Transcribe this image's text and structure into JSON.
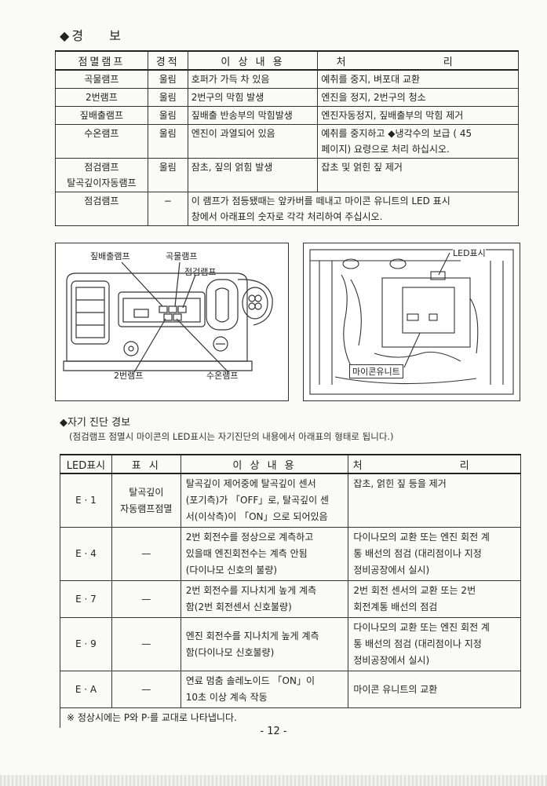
{
  "section1": {
    "bullet": "◆",
    "title": "경 보"
  },
  "table1": {
    "headers": [
      "점멸램프",
      "경적",
      "이 상 내 용",
      "처 리"
    ],
    "rows": [
      {
        "lamp": "곡물램프",
        "horn": "울림",
        "cause": "호퍼가 가득 차 있음",
        "action": "예취를 중지, 벼포대 교환"
      },
      {
        "lamp": "2번램프",
        "horn": "울림",
        "cause": "2번구의 막힘 발생",
        "action": "엔진을 정지, 2번구의 청소"
      },
      {
        "lamp": "짚배출램프",
        "horn": "울림",
        "cause": "짚배출 반송부의 막힘발생",
        "action": "엔진자동정지, 짚배출부의 막힘 제거"
      },
      {
        "lamp": "수온램프",
        "horn": "울림",
        "cause": "엔진이 과열되어 있음",
        "action_line1": "예취를 중지하고 ◆냉각수의 보급 ( 45",
        "action_line2": "페이지) 요령으로 처리 하십시오."
      },
      {
        "lamp_line1": "점검램프",
        "lamp_line2": "탈곡깊이자동램프",
        "horn": "울림",
        "cause": "잠초, 짚의 얽힘 발생",
        "action": "잡초 및 얽힌 짚 제거"
      },
      {
        "lamp": "점검램프",
        "horn": "−",
        "merged_line1": "이 램프가 점등됐때는 앞카버를 떼내고 마이콘 유니트의 LED 표시",
        "merged_line2": "창에서 아래표의 숫자로 각각 처리하여 주십시오."
      }
    ]
  },
  "figure_left": {
    "labels": {
      "straw": "짚배출램프",
      "grain": "곡물램프",
      "check": "점검램프",
      "second": "2번램프",
      "water": "수온램프"
    }
  },
  "figure_right": {
    "labels": {
      "led": "LED표시",
      "micom": "마이콘유니트"
    }
  },
  "section2": {
    "bullet": "◆",
    "title": "자기 진단 경보",
    "note": "(점검램프 점멸시 마이콘의 LED표시는 자기진단의 내용에서 아래표의 형태로 됩니다.)"
  },
  "table2": {
    "headers": [
      "LED표시",
      "표 시",
      "이 상 내 용",
      "처 리"
    ],
    "rows": [
      {
        "led": "E · 1",
        "disp_line1": "탈곡깊이",
        "disp_line2": "자동램프점멸",
        "cause_lines": [
          "탈곡깊이 제어중에 탈곡깊이 센서",
          "(포기측)가 「OFF」로, 탈곡깊이 센",
          "서(이삭측)이 「ON」으로 되어있음"
        ],
        "action_lines": [
          "잡초, 얽힌 짚 등을 제거"
        ]
      },
      {
        "led": "E · 4",
        "disp": "—",
        "cause_lines": [
          "2번 회전수를 정상으로 계측하고",
          "있을때 엔진회전수는 계측 안됨",
          "(다이나모 신호의 불량)"
        ],
        "action_lines": [
          "다이나모의 교환 또는 엔진 회전 계",
          "통 배선의 점검 (대리점이나 지정",
          "정비공장에서 실시)"
        ]
      },
      {
        "led": "E · 7",
        "disp": "—",
        "cause_lines": [
          "2번 회전수를 지나치게 높게 계측",
          "함(2번 회전센서 신호불량)"
        ],
        "action_lines": [
          "2번 회전 센서의 교환 또는 2번",
          "회전계통 배선의 점검"
        ]
      },
      {
        "led": "E · 9",
        "disp": "—",
        "cause_lines": [
          "엔진 회전수를 지나치게 높게 계측",
          "함(다이나모 신호불량)"
        ],
        "action_lines": [
          "다이나모의 교환 또는 엔진 회전 계",
          "통 배선의 점검 (대리점이나 지정",
          "정비공장에서 실시)"
        ]
      },
      {
        "led": "E · A",
        "disp": "—",
        "cause_lines": [
          "연료 멈춤 솔레노이드 「ON」이",
          "10초 이상 계속 작동"
        ],
        "action_lines": [
          "마이콘 유니트의 교환"
        ]
      }
    ],
    "footnote": "※ 정상시에는 P와 P·를 교대로 나타냅니다."
  },
  "page_number": "- 12 -"
}
